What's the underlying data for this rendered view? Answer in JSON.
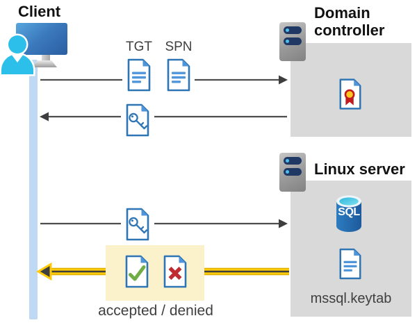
{
  "diagram": {
    "client": {
      "label": "Client"
    },
    "domain_controller": {
      "title": "Domain controller"
    },
    "linux_server": {
      "title": "Linux server",
      "sql_badge": "SQL",
      "keytab_label": "mssql.keytab"
    },
    "tickets": {
      "tgt": "TGT",
      "spn": "SPN"
    },
    "result": {
      "label": "accepted / denied"
    }
  },
  "icons": {
    "client": "monitor-with-user-icon",
    "domain_controller": "server-icon",
    "linux_server": "server-icon",
    "tgt": "document-icon",
    "spn": "document-icon",
    "service_ticket": "key-document-icon",
    "certificate": "certificate-document-icon",
    "sql": "sql-database-icon",
    "keytab": "document-icon",
    "accepted": "check-document-icon",
    "denied": "x-document-icon"
  },
  "colors": {
    "document_blue": "#2E75B6",
    "document_fold_blue": "#4E95D9",
    "accept_green": "#70AD47",
    "deny_red": "#C02B31",
    "highlight_yellow_fill": "#FBF2CC",
    "arrow_yellow": "#FFCA08",
    "arrow_gray": "#4D4D4D",
    "lifeline_blue": "#BFD9F2",
    "panel_gray": "#D9D9D9",
    "sql_cylinder_blue": "#2368B1",
    "person_cyan": "#2BBFE9"
  }
}
